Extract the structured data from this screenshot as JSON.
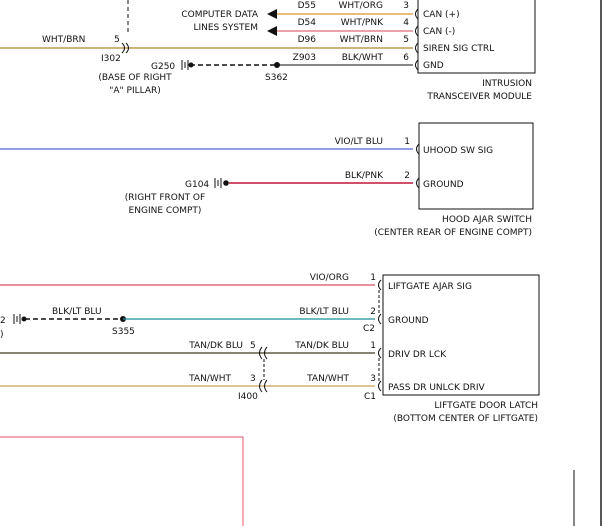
{
  "colors": {
    "ink": "#111111",
    "wht_brn": "#b8832e",
    "wht_org": "#d9942a",
    "wht_pnk": "#e06a78",
    "vio_lt_blu": "#5a63d8",
    "blk_pnk": "#c0163c",
    "vio_org": "#de4b6a",
    "blk_lt_blu": "#1b8f99",
    "tan_dk_blu": "#3e3a1e",
    "tan_wht": "#c9a04e",
    "bottom_box": "#e8758a"
  },
  "intrusion": {
    "ref_label": "COMPUTER DATA\nLINES SYSTEM",
    "splice_code": "Z903",
    "ground_label": "G250",
    "ground_note": "(BASE OF RIGHT\n\"A\" PILLAR)",
    "splice_label": "S362",
    "inline_pin": "5",
    "inline_connector": "I302",
    "left_wire_label": "WHT/BRN",
    "module_name": "INTRUSION\nTRANSCEIVER MODULE",
    "circuits": [
      {
        "code": "D55",
        "color": "WHT/ORG",
        "pin": "3",
        "pin_label": "CAN (+)"
      },
      {
        "code": "D54",
        "color": "WHT/PNK",
        "pin": "4",
        "pin_label": "CAN (-)"
      },
      {
        "code": "D96",
        "color": "WHT/BRN",
        "pin": "5",
        "pin_label": "SIREN SIG CTRL"
      },
      {
        "code": "Z903",
        "color": "BLK/WHT",
        "pin": "6",
        "pin_label": "GND"
      }
    ]
  },
  "hood": {
    "wire1_color": "VIO/LT BLU",
    "wire1_pin": "1",
    "wire1_label": "UHOOD SW SIG",
    "wire2_color": "BLK/PNK",
    "wire2_pin": "2",
    "wire2_label": "GROUND",
    "ground_label": "G104",
    "ground_note": "(RIGHT FRONT OF\nENGINE COMPT)",
    "component_name": "HOOD AJAR SWITCH\n(CENTER REAR OF ENGINE COMPT)"
  },
  "liftgate": {
    "wire1": {
      "color": "VIO/ORG",
      "pin": "1",
      "label": "LIFTGATE AJAR SIG"
    },
    "wire2": {
      "color": "BLK/LT BLU",
      "left_color": "BLK/LT BLU",
      "pin": "2",
      "label": "GROUND",
      "left_pin": "2",
      "left_tail": ")",
      "connector": "C2",
      "splice": "S355"
    },
    "wire3": {
      "color": "TAN/DK BLU",
      "left_color": "TAN/DK BLU",
      "left_pin": "5",
      "pin": "1",
      "label": "DRIV DR LCK"
    },
    "wire4": {
      "color": "TAN/WHT",
      "left_color": "TAN/WHT",
      "left_pin": "3",
      "pin": "3",
      "label": "PASS DR UNLCK DRIV"
    },
    "inline_connector": "I400",
    "end_connector": "C1",
    "component_name": "LIFTGATE DOOR LATCH\n(BOTTOM CENTER OF LIFTGATE)"
  }
}
